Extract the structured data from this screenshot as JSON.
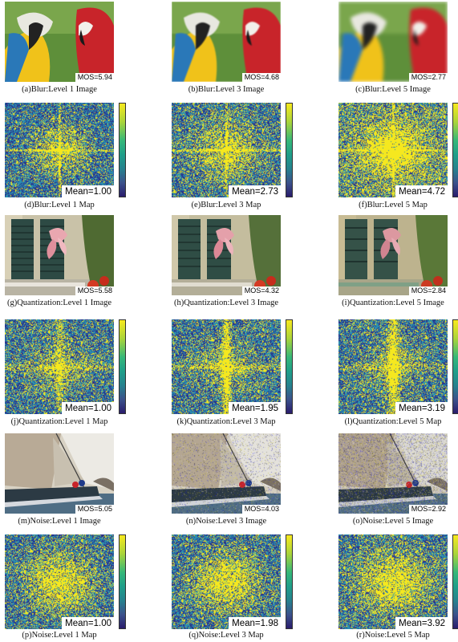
{
  "panels": [
    {
      "caption": "(a)Blur:Level 1 Image",
      "badge": "MOS=5.94"
    },
    {
      "caption": "(b)Blur:Level 3 Image",
      "badge": "MOS=4.68"
    },
    {
      "caption": "(c)Blur:Level 5 Image",
      "badge": "MOS=2.77"
    },
    {
      "caption": "(d)Blur:Level 1 Map",
      "badge": "Mean=1.00"
    },
    {
      "caption": "(e)Blur:Level 3 Map",
      "badge": "Mean=2.73"
    },
    {
      "caption": "(f)Blur:Level 5 Map",
      "badge": "Mean=4.72"
    },
    {
      "caption": "(g)Quantization:Level 1 Image",
      "badge": "MOS=5.58"
    },
    {
      "caption": "(h)Quantization:Level 3 Image",
      "badge": "MOS=4.32"
    },
    {
      "caption": "(i)Quantization:Level 5 Image",
      "badge": "MOS=2.84"
    },
    {
      "caption": "(j)Quantization:Level 1 Map",
      "badge": "Mean=1.00"
    },
    {
      "caption": "(k)Quantization:Level 3 Map",
      "badge": "Mean=1.95"
    },
    {
      "caption": "(l)Quantization:Level 5 Map",
      "badge": "Mean=3.19"
    },
    {
      "caption": "(m)Noise:Level 1 Image",
      "badge": "MOS=5.05"
    },
    {
      "caption": "(n)Noise:Level 3 Image",
      "badge": "MOS=4.03"
    },
    {
      "caption": "(o)Noise:Level 5 Image",
      "badge": "MOS=2.92"
    },
    {
      "caption": "(p)Noise:Level 1 Map",
      "badge": "Mean=1.00"
    },
    {
      "caption": "(q)Noise:Level 3 Map",
      "badge": "Mean=1.98"
    },
    {
      "caption": "(r)Noise:Level 5 Map",
      "badge": "Mean=3.92"
    }
  ],
  "colors": {
    "map_low": "#2a2f8a",
    "map_mid": "#2a8fb0",
    "map_high": "#f5e81f"
  }
}
